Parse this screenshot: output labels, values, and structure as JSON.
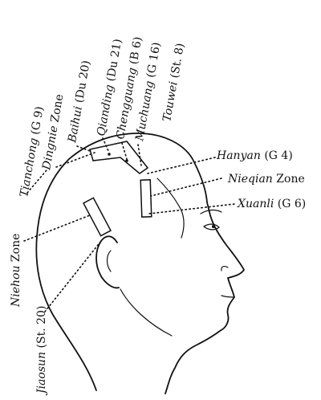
{
  "labels": {
    "tianchong": {
      "name": "Tianchong",
      "code": "(G 9)"
    },
    "dingnie": {
      "name": "Dingnie",
      "suffix": "Zone"
    },
    "baihui": {
      "name": "Baihui",
      "code": "(Du 20)"
    },
    "qianding": {
      "name": "Qianding",
      "code": "(Du 21)"
    },
    "chengguang": {
      "name": "Chengguang",
      "code": "(B 6)"
    },
    "muchuang": {
      "name": "Muchuang",
      "code": "(G 16)"
    },
    "touwei": {
      "name": "Touwei",
      "code": "(St. 8)"
    },
    "hanyan": {
      "name": "Hanyan",
      "code": "(G 4)"
    },
    "nieqian": {
      "name": "Nieqian",
      "suffix": "Zone"
    },
    "xuanli": {
      "name": "Xuanli",
      "code": "(G 6)"
    },
    "niehou": {
      "name": "Niehou",
      "suffix": "Zone"
    },
    "jiaosun": {
      "name": "Jiaosun",
      "code": "(St. 20)"
    }
  }
}
